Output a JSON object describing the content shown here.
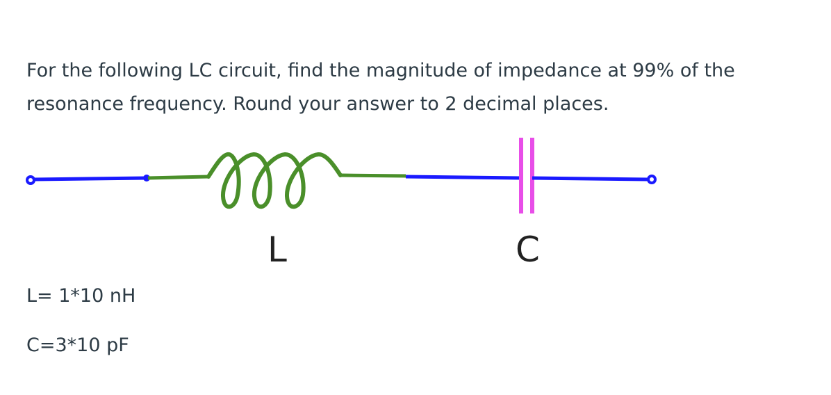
{
  "question": {
    "line1": "For the following LC circuit, find the magnitude of impedance at 99% of the",
    "line2": "resonance frequency. Round your answer to 2 decimal places."
  },
  "diagram": {
    "inductor_label": "L",
    "capacitor_label": "C",
    "colors": {
      "wire": "#1a1aff",
      "inductor": "#4a8f2a",
      "capacitor": "#e84ee8"
    }
  },
  "params": {
    "inductance": "L= 1*10 nH",
    "capacitance": "C=3*10 pF"
  }
}
